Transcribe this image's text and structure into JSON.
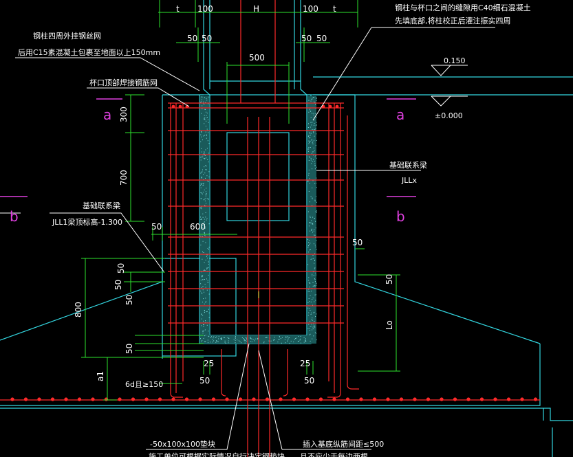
{
  "dims": {
    "t_left": "t",
    "d100_left": "100",
    "H": "H",
    "d100_right": "100",
    "t_right": "t",
    "d50a": "50",
    "d50b": "50",
    "d50c": "50",
    "d50d": "50",
    "d500": "500",
    "d300": "300",
    "d700": "700",
    "d600": "600",
    "d50_left": "50",
    "d50_right": "50",
    "d50_v1": "50",
    "d50_v2": "50",
    "d50_v3": "50",
    "d800": "800",
    "d50_bot": "50",
    "d25a": "25",
    "d25b": "25",
    "d50_bl": "50",
    "d50_br": "50",
    "a1": "a1",
    "Lo": "Lo"
  },
  "labels": {
    "note1_l1": "钢柱四周外挂钢丝网",
    "note1_l2": "后用C15素混凝土包裹至地面以上150mm",
    "note2": "杯口顶部焊接钢筋网",
    "note3_l1": "钢柱与杯口之间的缝隙用C40细石混凝土",
    "note3_l2": "先填底部,将柱校正后灌注振实四周",
    "beam_right_title": "基础联系梁",
    "beam_right_name": "JLLx",
    "beam_left_title": "基础联系梁",
    "beam_left_name": "JLL1梁顶标高-1.300",
    "anchor": "6d且≥150",
    "bottom_left_l1": "-50x100x100垫块",
    "bottom_left_l2": "施工单位可根据实际情况自行决定钢垫块",
    "bottom_right_l1": "插入基底纵筋间距≤500",
    "bottom_right_l2": "且不应少于每边两根",
    "elev_top": "0.150",
    "elev_zero": "±0.000",
    "sec_a_left": "a",
    "sec_a_right": "a",
    "sec_b_left": "b",
    "sec_b_right": "b"
  },
  "colors": {
    "cyan": "#33d6e0",
    "green": "#2ee32e",
    "red": "#ff2a2a",
    "white": "#ffffff",
    "magenta": "#e040e0",
    "yellow": "#f0f040"
  }
}
